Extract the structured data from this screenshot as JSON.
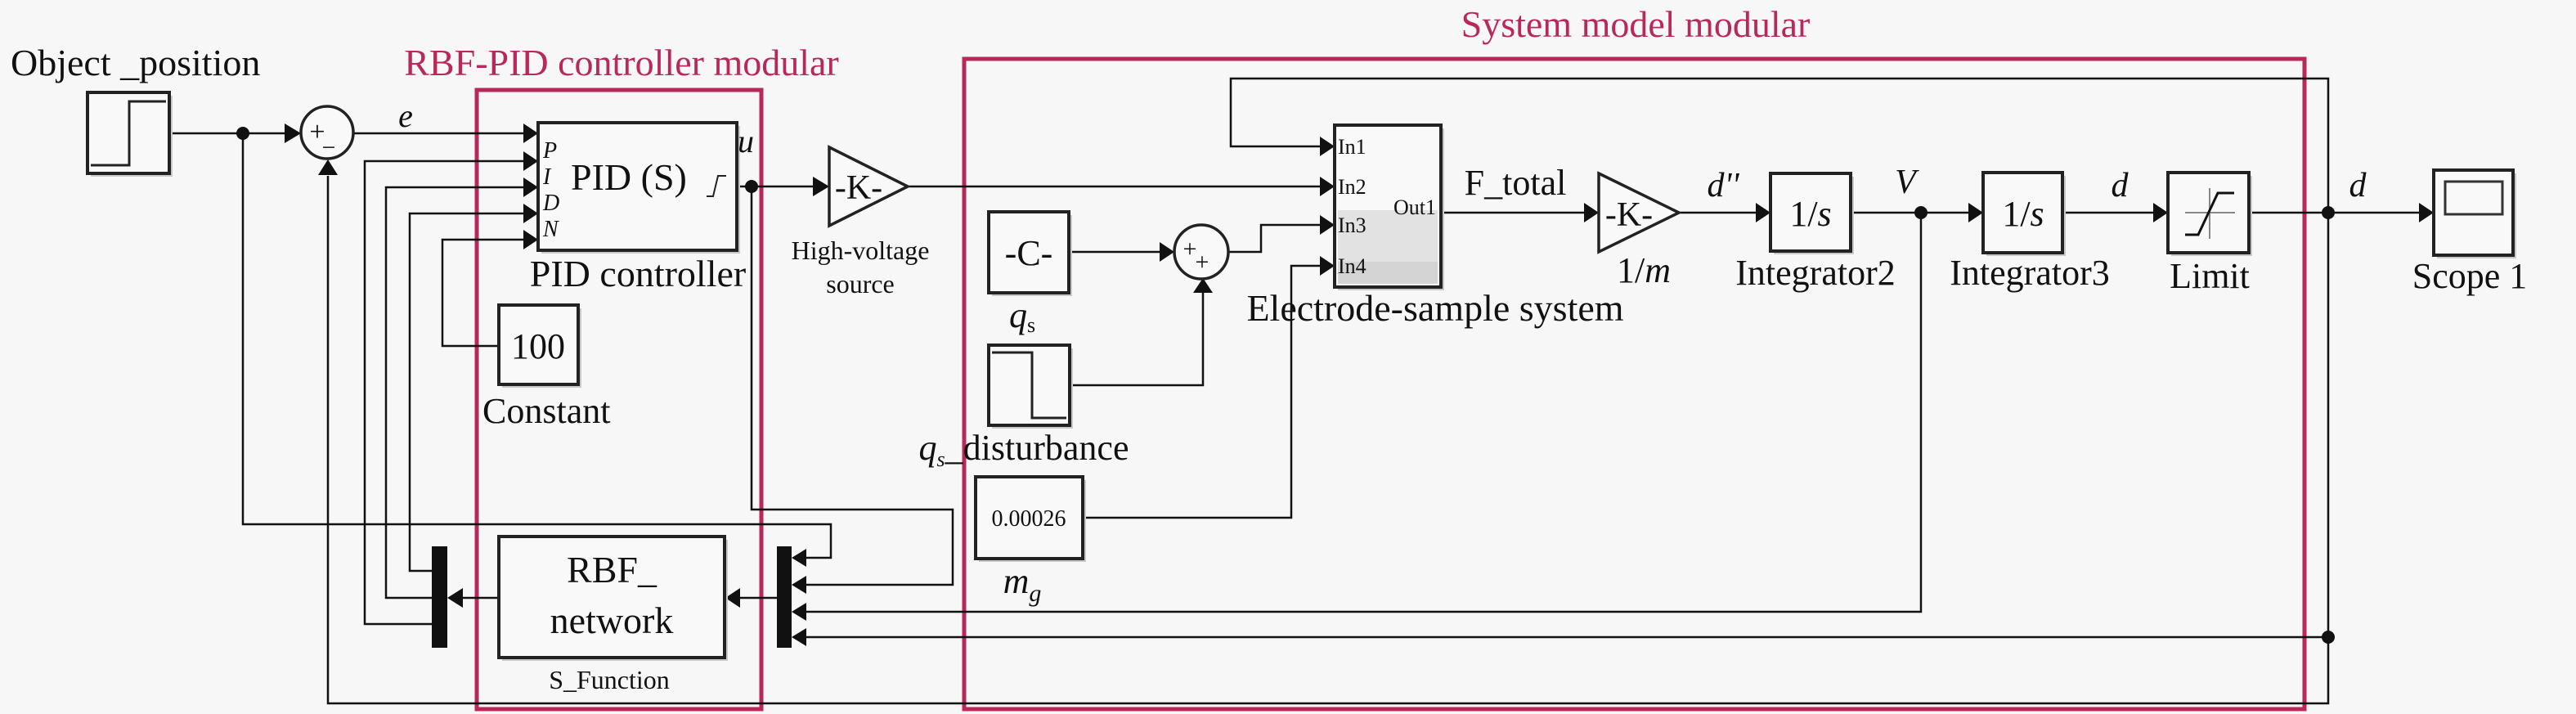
{
  "modules": {
    "rbf_pid": "RBF-PID controller modular",
    "system_model": "System model modular"
  },
  "blocks": {
    "object_position": {
      "label": "Object _position",
      "icon": "step-icon"
    },
    "sum1": {
      "signs": [
        "+",
        "−"
      ]
    },
    "pid": {
      "label": "PID controller",
      "text": "PID (S)",
      "ports": [
        "P",
        "I",
        "D",
        "N"
      ]
    },
    "constant": {
      "value": "100",
      "label": "Constant"
    },
    "rbf": {
      "line1": "RBF_",
      "line2": "network",
      "label": "S_Function"
    },
    "hv_gain": {
      "text": "-K-",
      "label_line1": "High-voltage",
      "label_line2": "source"
    },
    "qs_const": {
      "text": "-C-",
      "label": "q",
      "label_sub": "s"
    },
    "qs_disturbance": {
      "label_q": "q",
      "label_sub": "s",
      "label_rest": "_disturbance",
      "icon": "step-icon"
    },
    "mg_const": {
      "value": "0.00026",
      "label": "m",
      "label_sub": "g"
    },
    "electrode": {
      "label": "Electrode-sample system",
      "inputs": [
        "In1",
        "In2",
        "In3",
        "In4"
      ],
      "output": "Out1"
    },
    "inv_mass": {
      "text": "-K-",
      "label_pre": "1/",
      "label_it": "m"
    },
    "integrator2": {
      "text_pre": "1/",
      "text_it": "s",
      "label": "Integrator2"
    },
    "integrator3": {
      "text_pre": "1/",
      "text_it": "s",
      "label": "Integrator3"
    },
    "limit": {
      "label": "Limit",
      "icon": "saturation-icon"
    },
    "scope": {
      "label": "Scope 1",
      "icon": "scope-icon"
    }
  },
  "signals": {
    "e": "e",
    "u": "u",
    "f_total": "F_total",
    "d_ddot": "d''",
    "v": "V",
    "d1": "d",
    "d2": "d"
  }
}
